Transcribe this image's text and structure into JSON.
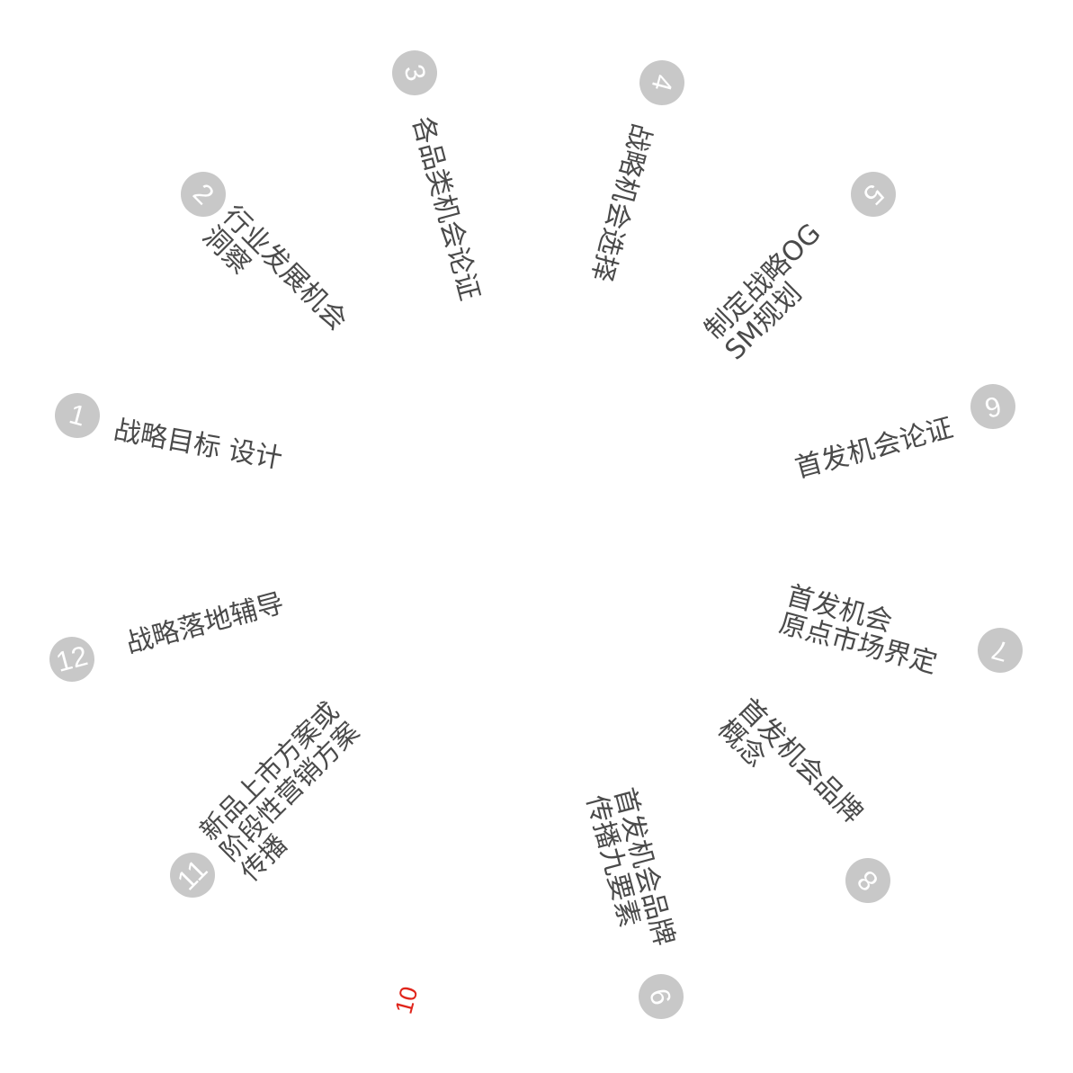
{
  "colors": {
    "badge": "#c8c8c8",
    "badge_text": "#ffffff",
    "label": "#4a4a4a",
    "highlight": "#e0251b"
  },
  "steps": [
    {
      "number": "1",
      "label": "战略目标 设计"
    },
    {
      "number": "2",
      "label": "行业发展机会\n洞察"
    },
    {
      "number": "3",
      "label": "各品类机会论证"
    },
    {
      "number": "4",
      "label": "战略机会选择"
    },
    {
      "number": "5",
      "label": "制定战略OG\nSM规划"
    },
    {
      "number": "6",
      "label": "首发机会论证"
    },
    {
      "number": "7",
      "label": "首发机会\n原点市场界定"
    },
    {
      "number": "8",
      "label": "首发机会品牌\n概念"
    },
    {
      "number": "9",
      "label": "首发机会品牌\n传播九要素"
    },
    {
      "number": "10",
      "label": "",
      "highlight": true
    },
    {
      "number": "11",
      "label": "新品上市方案或\n阶段性营销方案\n传播"
    },
    {
      "number": "12",
      "label": "战略落地辅导"
    }
  ]
}
